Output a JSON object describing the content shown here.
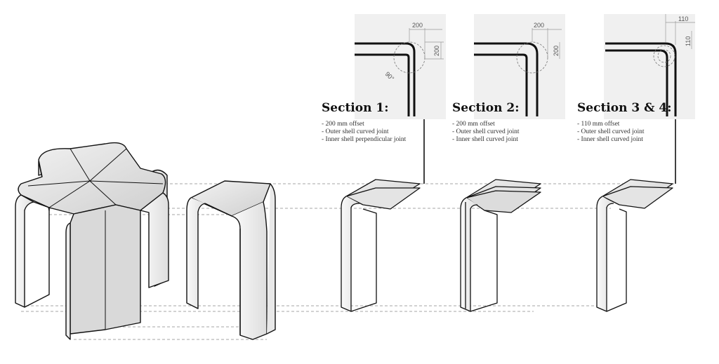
{
  "sections": [
    {
      "title": "Section 1:",
      "notes": [
        "- 200 mm offset",
        "- Outer shell curved joint",
        "- Inner shell perpendicular joint"
      ],
      "dims": {
        "horizontal": "200",
        "vertical": "200",
        "angle": "90°"
      }
    },
    {
      "title": "Section 2:",
      "notes": [
        "- 200 mm offset",
        "- Outer shell curved joint",
        "- Inner shell curved joint"
      ],
      "dims": {
        "horizontal": "200",
        "vertical": "200"
      }
    },
    {
      "title": "Section 3 & 4:",
      "notes": [
        "- 110 mm offset",
        "- Outer shell curved joint",
        "- Inner shell curved joint"
      ],
      "dims": {
        "horizontal": "110",
        "vertical": "110"
      }
    }
  ]
}
